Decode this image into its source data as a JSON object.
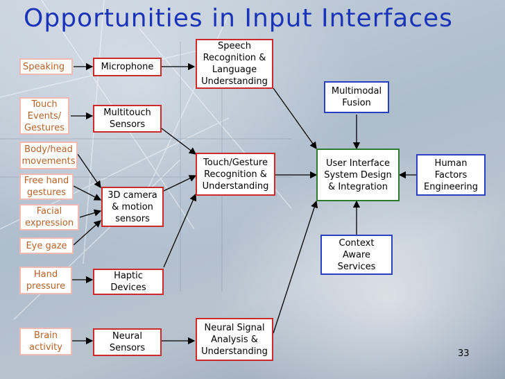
{
  "title": "Opportunities in Input Interfaces",
  "page_number": "33",
  "inputs": {
    "speaking": "Speaking",
    "touch_events": "Touch\nEvents/\nGestures",
    "body_head": "Body/head\nmovements",
    "free_hand": "Free hand\ngestures",
    "facial": "Facial\nexpression",
    "eye_gaze": "Eye gaze",
    "hand_pressure": "Hand\npressure",
    "brain": "Brain\nactivity"
  },
  "sensors": {
    "microphone": "Microphone",
    "multitouch": "Multitouch\nSensors",
    "camera": "3D camera\n& motion\nsensors",
    "haptic": "Haptic\nDevices",
    "neural": "Neural\nSensors"
  },
  "processing": {
    "speech": "Speech\nRecognition &\nLanguage\nUnderstanding",
    "touch": "Touch/Gesture\nRecognition &\nUnderstanding",
    "neural_signal": "Neural Signal\nAnalysis &\nUnderstanding"
  },
  "center": {
    "multimodal": "Multimodal\nFusion",
    "ui_design": "User Interface\nSystem Design\n& Integration",
    "human_factors": "Human\nFactors\nEngineering",
    "context": "Context\nAware\nServices"
  },
  "colors": {
    "title": "#1a33b8",
    "input_border": "#f0b9b3",
    "input_text": "#b5632a",
    "sensor_border": "#cc2a2a",
    "center_border": "#2b7a2b",
    "side_border": "#2a3fc0"
  }
}
